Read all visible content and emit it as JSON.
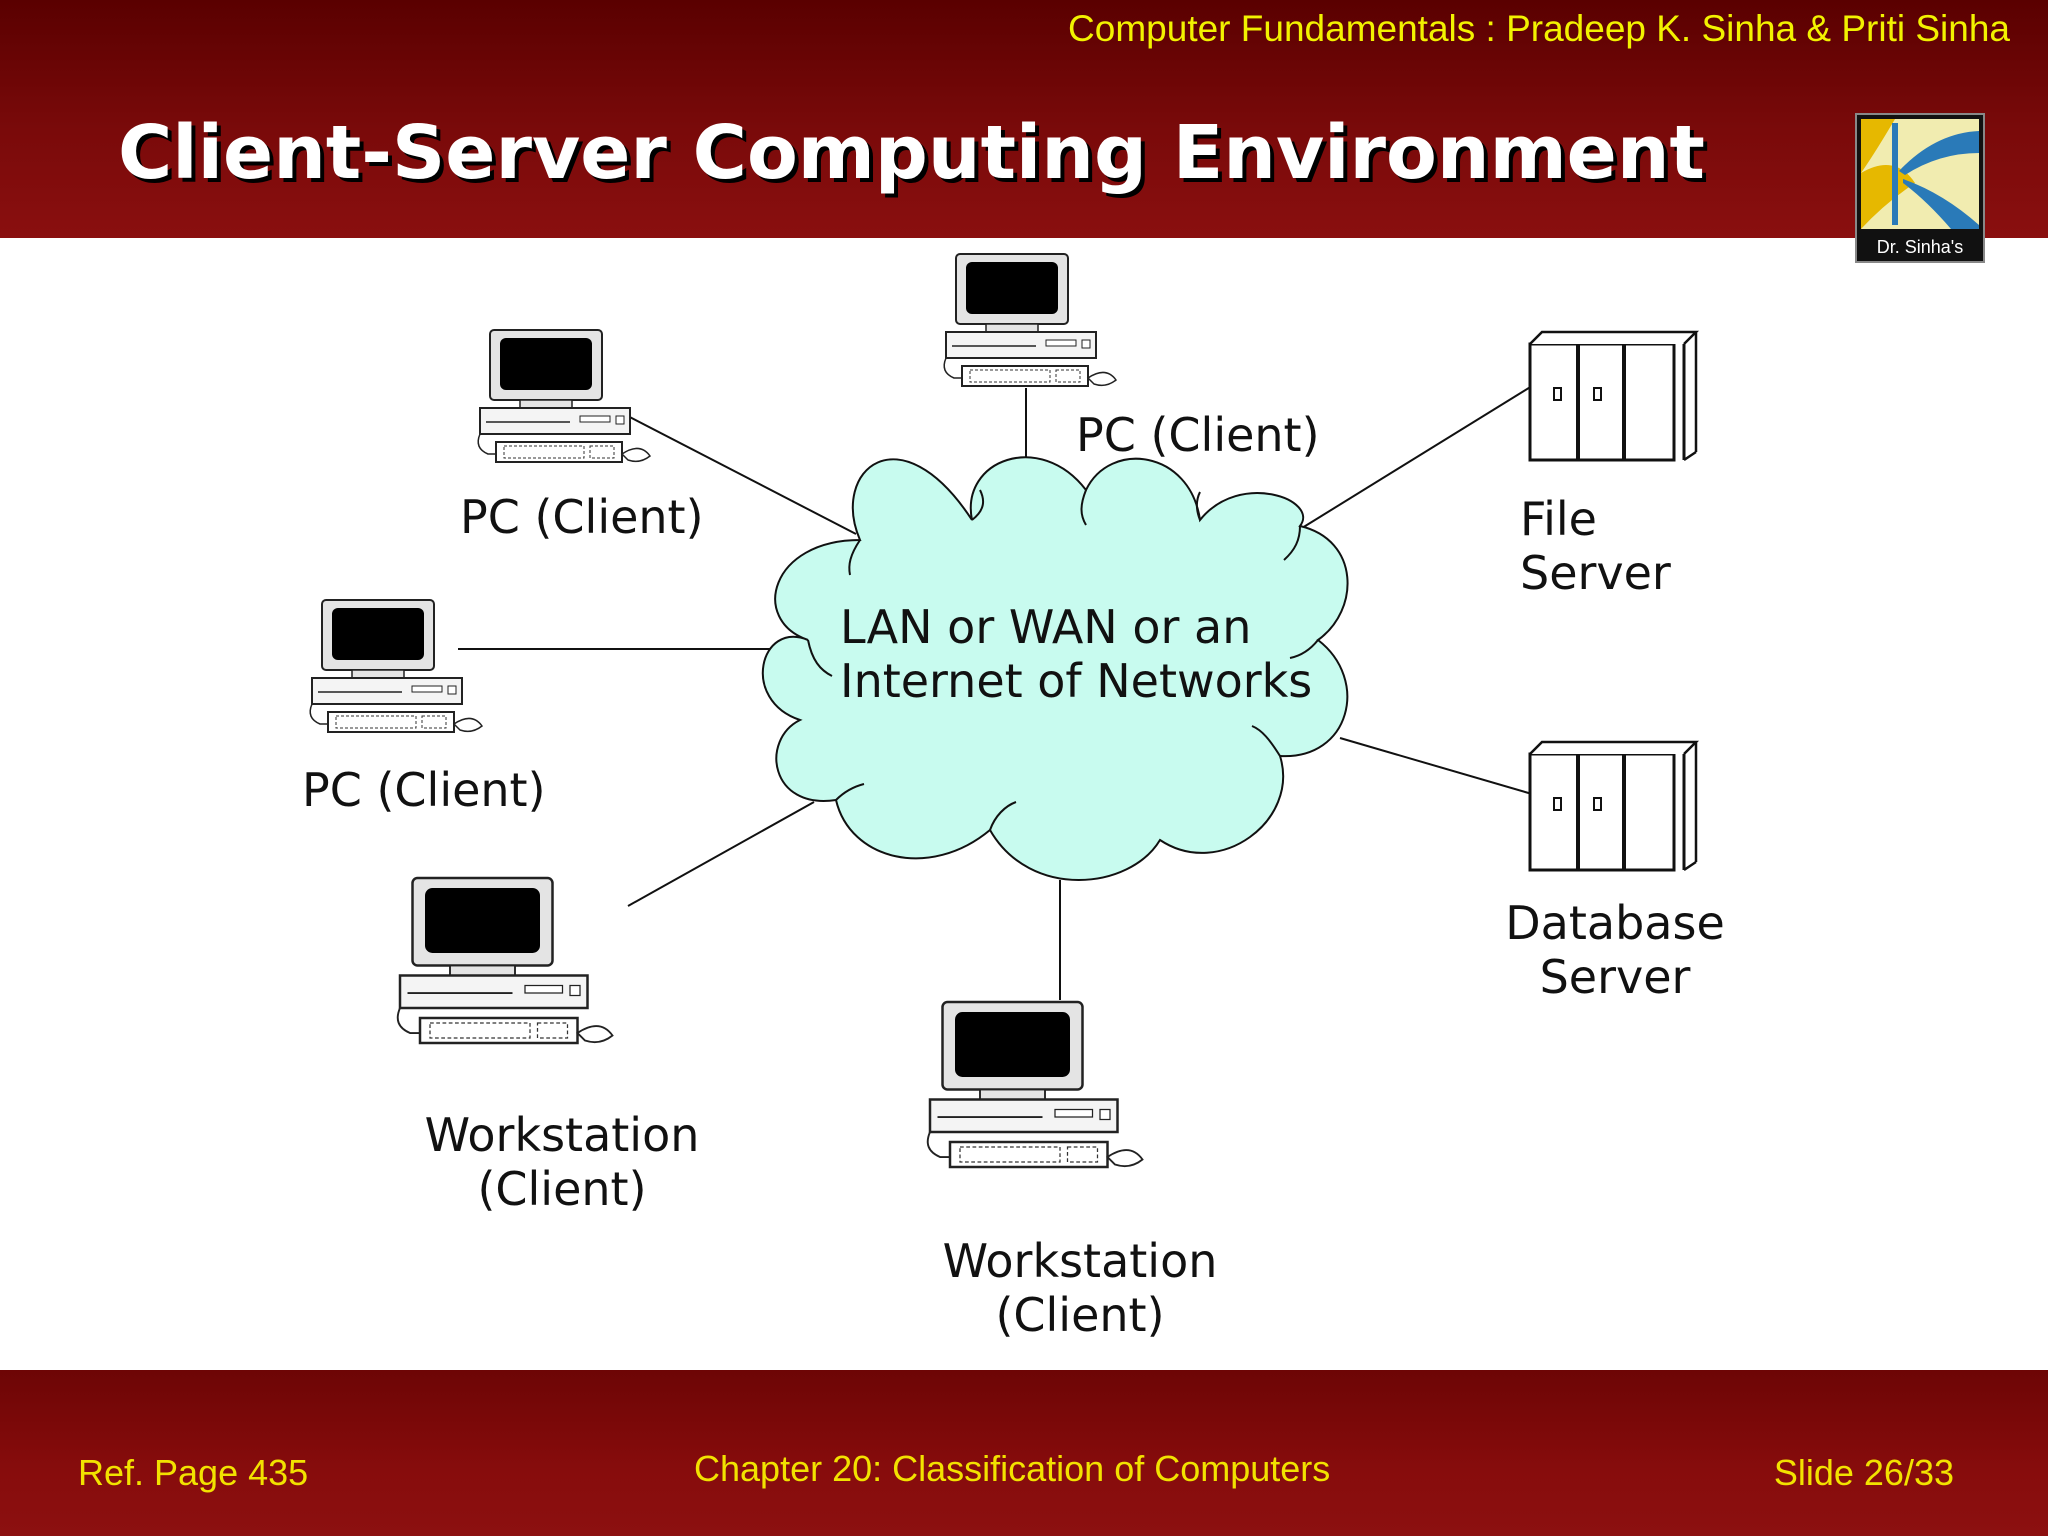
{
  "header": {
    "book_credit": "Computer Fundamentals : Pradeep K. Sinha & Priti Sinha",
    "title": "Client-Server Computing Environment",
    "logo_text": "Dr. Sinha's"
  },
  "diagram": {
    "network_label_line1": "LAN or WAN or an",
    "network_label_line2": "Internet of Networks",
    "nodes": [
      {
        "label": "PC (Client)"
      },
      {
        "label": "PC (Client)"
      },
      {
        "label": "PC (Client)"
      },
      {
        "label_line1": "Workstation",
        "label_line2": "(Client)"
      },
      {
        "label_line1": "Workstation",
        "label_line2": "(Client)"
      },
      {
        "label_line1": "File",
        "label_line2": "Server"
      },
      {
        "label_line1": "Database",
        "label_line2": "Server"
      }
    ],
    "cloud_color": "#c8fbef"
  },
  "footer": {
    "ref_page": "Ref. Page  435",
    "chapter": "Chapter 20: Classification of Computers",
    "slide": "Slide 26/33"
  },
  "colors": {
    "header_bg": "#7a0a0a",
    "credit_text": "#f2f200",
    "footer_text": "#f2e200"
  }
}
